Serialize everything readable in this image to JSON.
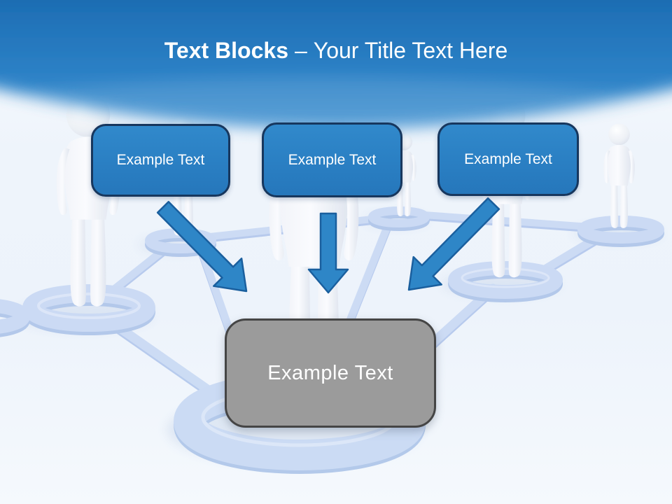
{
  "slide": {
    "title": {
      "emphasis": "Text Blocks",
      "separator": "–",
      "subtitle": "Your Title Text Here"
    },
    "text_blocks": [
      {
        "label": "Example Text"
      },
      {
        "label": "Example Text"
      },
      {
        "label": "Example Text"
      }
    ],
    "result_block": {
      "label": "Example Text"
    },
    "illustration": {
      "description": "3D white people figures standing on blue rings connected as a network on a white floor",
      "icons": [
        "person-figure-icon",
        "network-ring-icon",
        "arrow-down-icon"
      ]
    },
    "colors": {
      "header_blue_top": "#1a66ab",
      "header_blue_bottom": "#4394d0",
      "block_fill": "#2b82c5",
      "block_border": "#17375e",
      "arrow_fill": "#2e86c7",
      "arrow_border": "#1a5f9e",
      "result_fill": "#9b9b9b",
      "result_border": "#454545",
      "network_blue": "#c8d8f3",
      "title_text": "#ffffff"
    }
  }
}
